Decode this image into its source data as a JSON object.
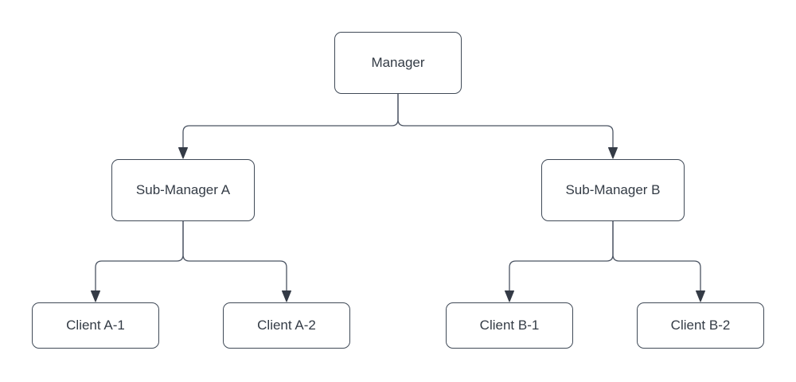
{
  "diagram": {
    "type": "org-chart",
    "background_color": "#ffffff",
    "node_fill_color": "#ffffff",
    "node_border_color": "#404a57",
    "edge_color": "#4a5362",
    "arrow_color": "#343b46",
    "text_color": "#333b45",
    "nodes": [
      {
        "id": "manager",
        "label": "Manager",
        "level": 0
      },
      {
        "id": "sub-manager-a",
        "label": "Sub-Manager A",
        "level": 1
      },
      {
        "id": "sub-manager-b",
        "label": "Sub-Manager B",
        "level": 1
      },
      {
        "id": "client-a1",
        "label": "Client A-1",
        "level": 2
      },
      {
        "id": "client-a2",
        "label": "Client A-2",
        "level": 2
      },
      {
        "id": "client-b1",
        "label": "Client B-1",
        "level": 2
      },
      {
        "id": "client-b2",
        "label": "Client B-2",
        "level": 2
      }
    ],
    "edges": [
      {
        "from": "manager",
        "to": "sub-manager-a"
      },
      {
        "from": "manager",
        "to": "sub-manager-b"
      },
      {
        "from": "sub-manager-a",
        "to": "client-a1"
      },
      {
        "from": "sub-manager-a",
        "to": "client-a2"
      },
      {
        "from": "sub-manager-b",
        "to": "client-b1"
      },
      {
        "from": "sub-manager-b",
        "to": "client-b2"
      }
    ]
  }
}
